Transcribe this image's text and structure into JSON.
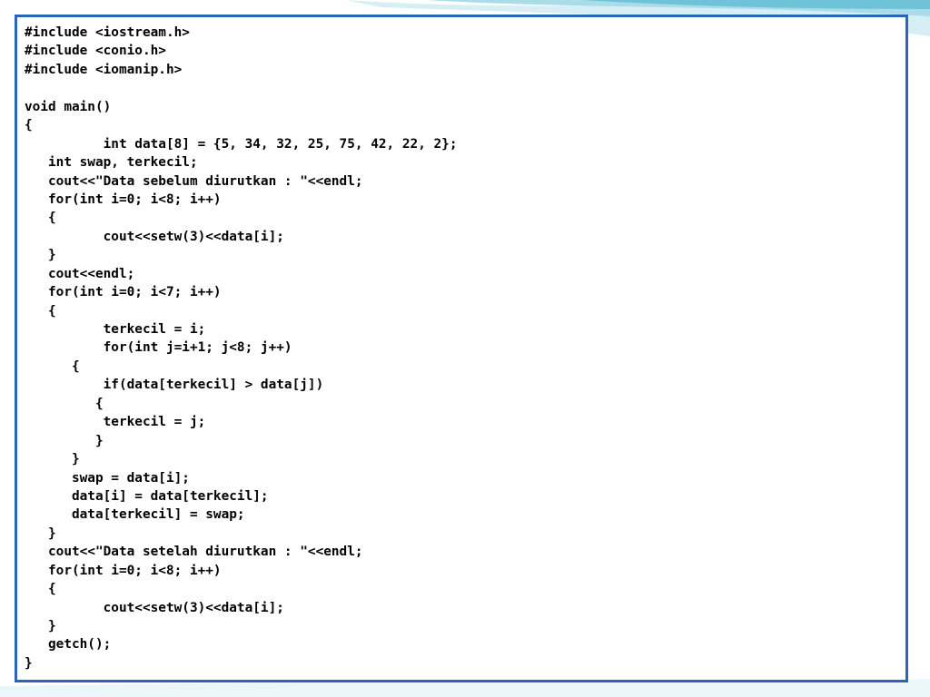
{
  "colors": {
    "frame_border": "#2b66b8",
    "code_text": "#000000",
    "wave_light": "#d7eef4",
    "wave_mid": "#a9dbe8",
    "wave_dark": "#6fc3d8"
  },
  "code": {
    "lines": [
      "#include <iostream.h>",
      "#include <conio.h>",
      "#include <iomanip.h>",
      "",
      "void main()",
      "{",
      "          int data[8] = {5, 34, 32, 25, 75, 42, 22, 2};",
      "   int swap, terkecil;",
      "   cout<<\"Data sebelum diurutkan : \"<<endl;",
      "   for(int i=0; i<8; i++)",
      "   {",
      "          cout<<setw(3)<<data[i];",
      "   }",
      "   cout<<endl;",
      "   for(int i=0; i<7; i++)",
      "   {",
      "          terkecil = i;",
      "          for(int j=i+1; j<8; j++)",
      "      {",
      "          if(data[terkecil] > data[j])",
      "         {",
      "          terkecil = j;",
      "         }",
      "      }",
      "      swap = data[i];",
      "      data[i] = data[terkecil];",
      "      data[terkecil] = swap;",
      "   }",
      "   cout<<\"Data setelah diurutkan : \"<<endl;",
      "   for(int i=0; i<8; i++)",
      "   {",
      "          cout<<setw(3)<<data[i];",
      "   }",
      "   getch();",
      "}"
    ]
  }
}
